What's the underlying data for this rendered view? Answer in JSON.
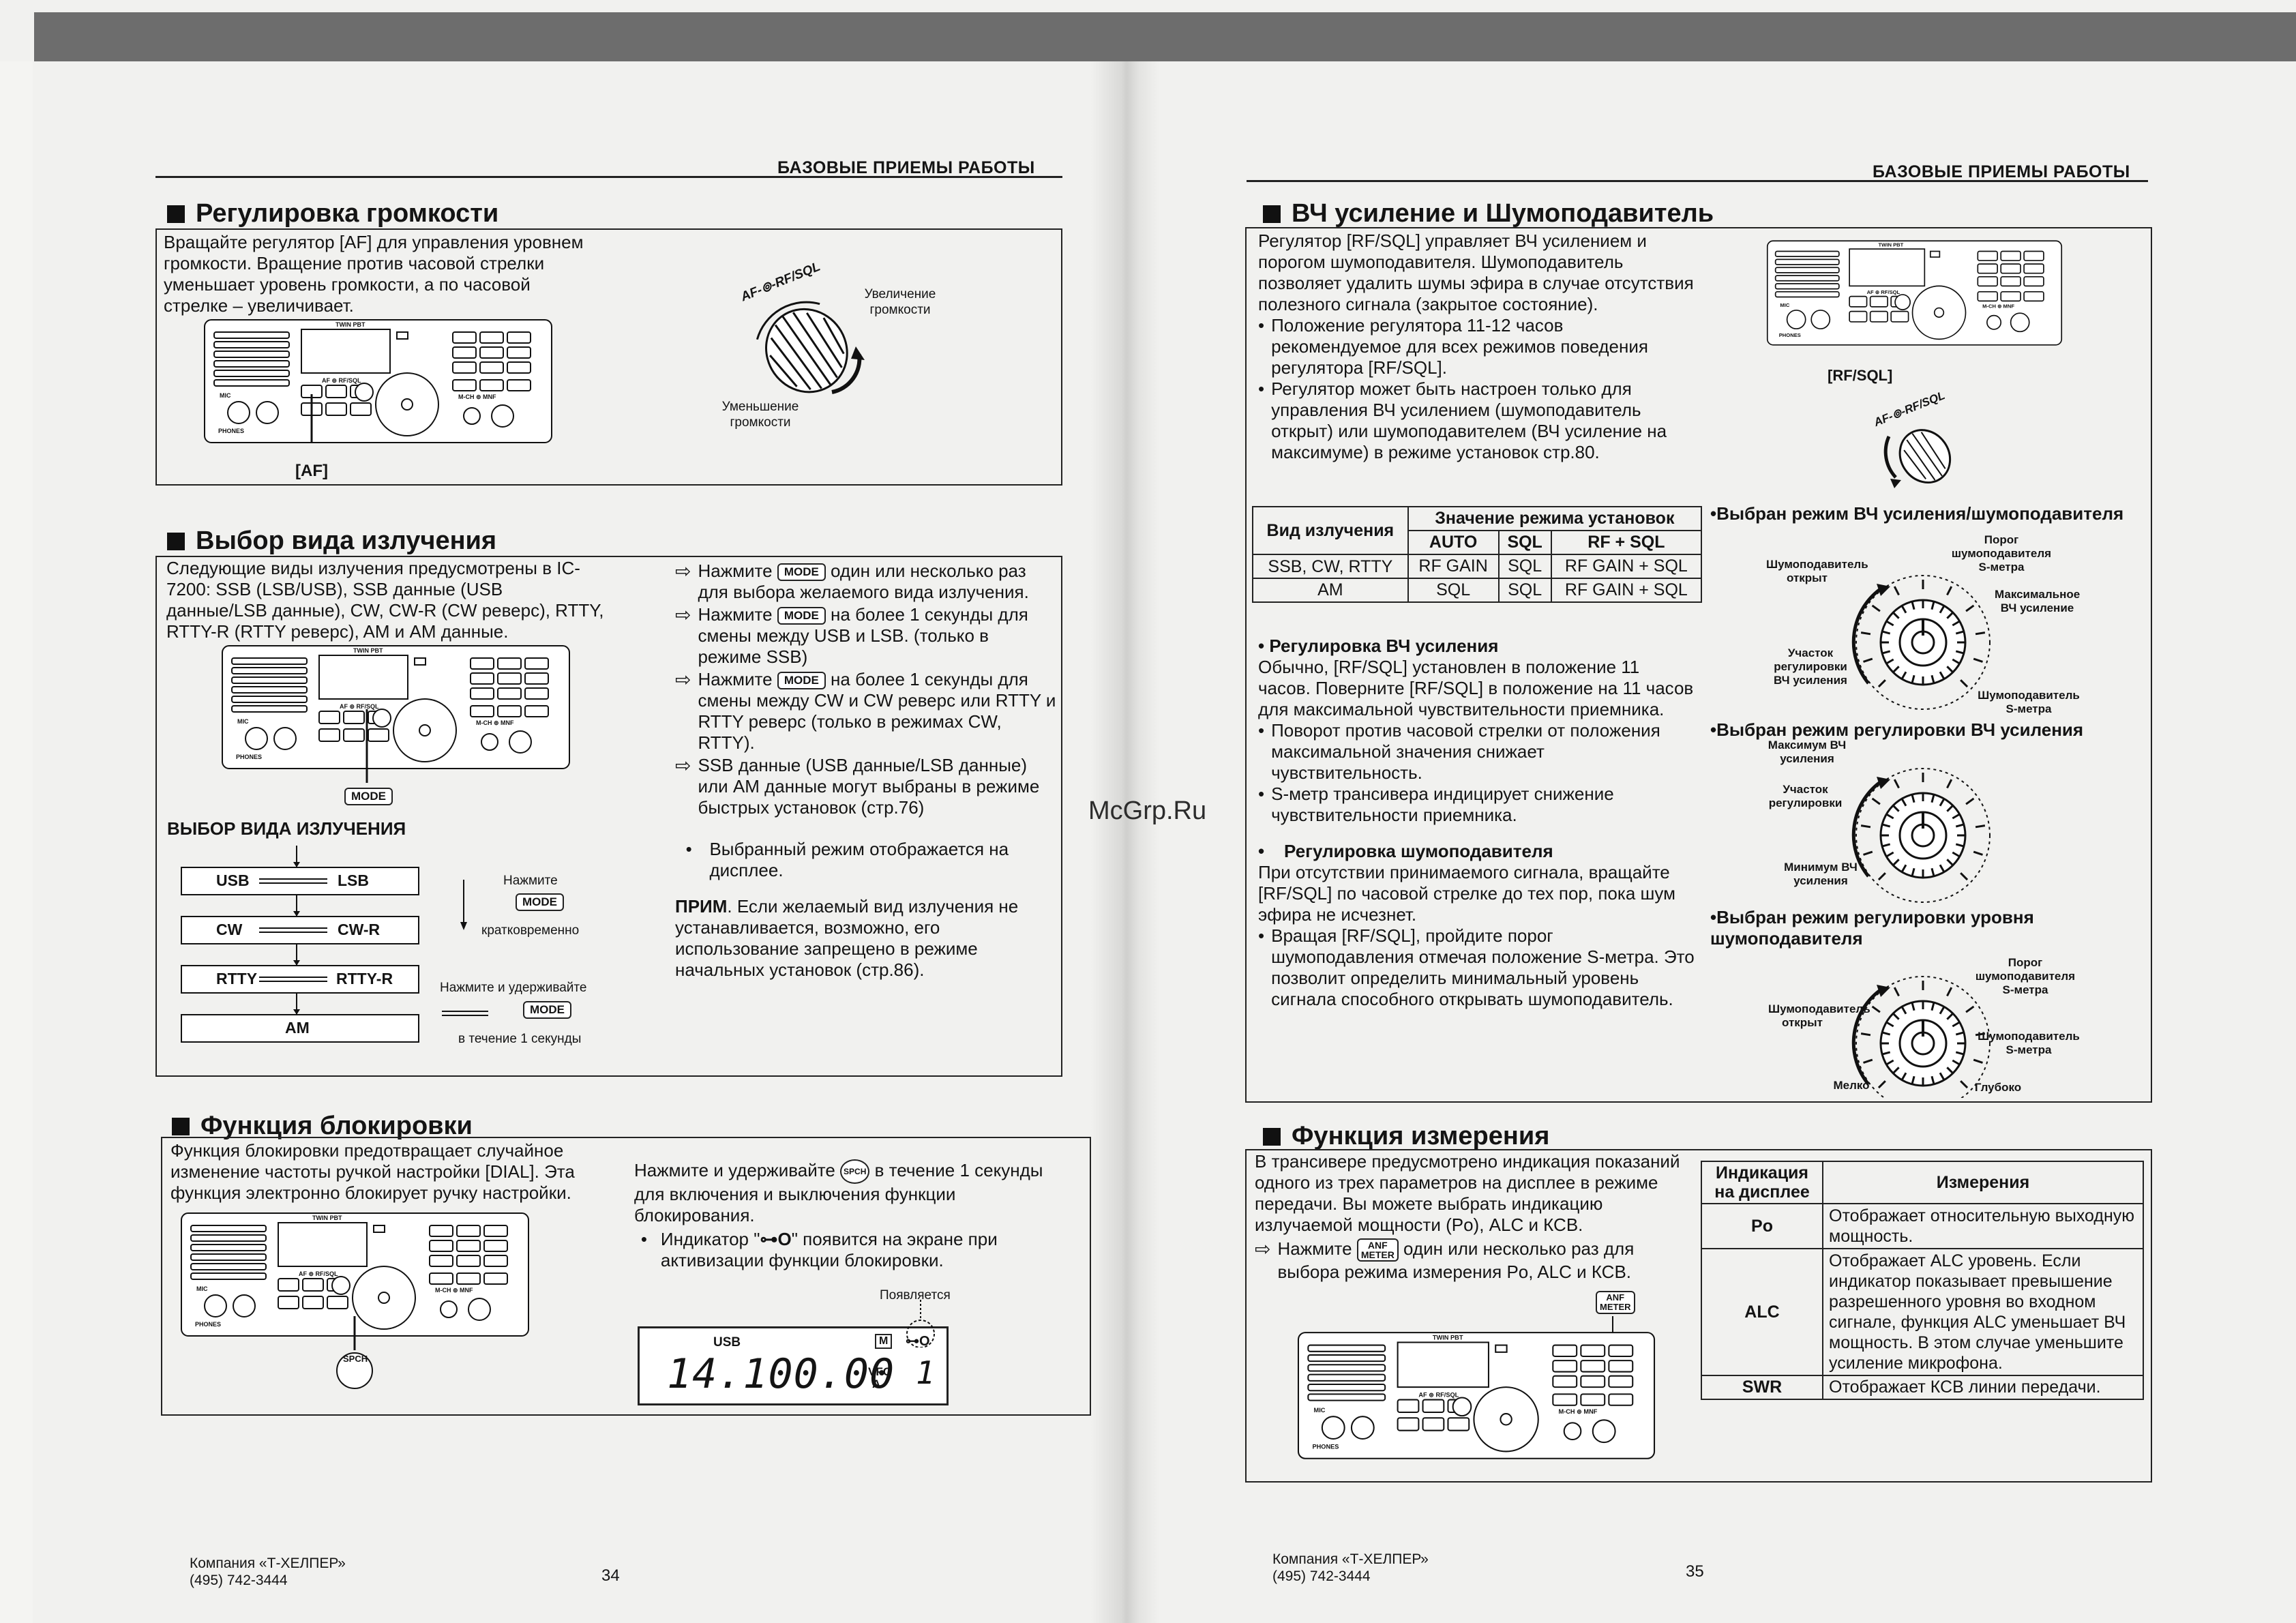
{
  "watermark": "McGrp.Ru",
  "left_page": {
    "header": "БАЗОВЫЕ ПРИЕМЫ РАБОТЫ",
    "volume": {
      "title": "Регулировка громкости",
      "text": "Вращайте регулятор [AF] для управления уровнем громкости. Вращение против часовой стрелки уменьшает уровень громкости, а по часовой стрелке – увеличивает.",
      "af_label": "[AF]",
      "increase": "Увеличение громкости",
      "decrease": "Уменьшение громкости",
      "knob_label": "AF-⊚-RF/SQL"
    },
    "mode": {
      "title": "Выбор вида излучения",
      "text": "Следующие виды излучения предусмотрены в IC-7200: SSB (LSB/USB), SSB данные (USB данные/LSB данные), CW, CW-R (CW реверс), RTTY, RTTY-R (RTTY реверс), AM и AM данные.",
      "mode_key": "MODE",
      "subtitle": "ВЫБОР ВИДА ИЗЛУЧЕНИЯ",
      "pairs": [
        {
          "a": "USB",
          "b": "LSB"
        },
        {
          "a": "CW",
          "b": "CW-R"
        },
        {
          "a": "RTTY",
          "b": "RTTY-R"
        }
      ],
      "am": "AM",
      "press": "Нажмите",
      "briefly": "кратковременно",
      "press_hold": "Нажмите и удерживайте",
      "for_1s": "в течение 1 секунды",
      "steps": [
        {
          "pre": "Нажмите",
          "key": "MODE",
          "post": "один или несколько раз для выбора желаемого вида излучения."
        },
        {
          "pre": "Нажмите",
          "key": "MODE",
          "post": "на более 1 секунды для смены между USB и LSB. (только в режиме SSB)"
        },
        {
          "pre": "Нажмите",
          "key": "MODE",
          "post": "на более 1 секунды для смены между CW и CW реверс или RTTY и RTTY реверс (только в режимах CW, RTTY)."
        },
        {
          "pre": "",
          "key": "",
          "post": "SSB данные (USB данные/LSB данные) или AM данные могут выбраны в режиме быстрых установок (стр.76)"
        }
      ],
      "bullet": "Выбранный режим отображается на дисплее.",
      "note_bold": "ПРИМ",
      "note": ". Если желаемый вид излучения не устанавливается, возможно, его использование запрещено в режиме начальных установок (стр.86)."
    },
    "lock": {
      "title": "Функция блокировки",
      "text": "Функция блокировки предотвращает случайное изменение частоты ручкой настройки [DIAL]. Эта функция электронно блокирует ручку настройки.",
      "press_hold": "Нажмите и удерживайте",
      "spch_key": "SPCH",
      "after": "в течение 1 секунды для включения и выключения функции блокирования.",
      "bullet_pre": "Индикатор \"",
      "bullet_icon": "⊶O",
      "bullet_post": "\" появится на экране при активизации функции блокировки.",
      "appears": "Появляется",
      "lcd": {
        "mode": "USB",
        "freq": "14.100.00",
        "vfo": "VFO",
        "vfo_sub": "A",
        "m": "M",
        "ch": "1"
      }
    },
    "footer": {
      "company": "Компания «Т-ХЕЛПЕР»",
      "phone": "(495) 742-3444",
      "page": "34"
    }
  },
  "right_page": {
    "header": "БАЗОВЫЕ ПРИЕМЫ РАБОТЫ",
    "rf": {
      "title": "ВЧ усиление и Шумоподавитель",
      "text": "Регулятор [RF/SQL] управляет ВЧ усилением и порогом шумоподавителя. Шумоподавитель позволяет удалить шумы эфира в случае отсутствия полезного сигнала (закрытое состояние).",
      "bullets": [
        "Положение регулятора 11-12 часов рекомендуемое для всех режимов поведения регулятора [RF/SQL].",
        "Регулятор может быть настроен только для управления ВЧ усилением (шумоподавитель открыт) или шумоподавителем (ВЧ усиление на максимуме) в режиме установок стр.80."
      ],
      "rfsql_label": "[RF/SQL]",
      "knob_label": "AF-⊚-RF/SQL",
      "table": {
        "h1": "Вид излучения",
        "h2": "Значение режима установок",
        "cols": [
          "AUTO",
          "SQL",
          "RF + SQL"
        ],
        "rows": [
          {
            "mode": "SSB, CW, RTTY",
            "v": [
              "RF GAIN",
              "SQL",
              "RF GAIN + SQL"
            ]
          },
          {
            "mode": "AM",
            "v": [
              "SQL",
              "SQL",
              "RF GAIN + SQL"
            ]
          }
        ]
      },
      "gain_title": "Регулировка ВЧ усиления",
      "gain_text": "Обычно, [RF/SQL] установлен в положение 11 часов. Поверните [RF/SQL] в положение на 11 часов для максимальной чувствительности приемника.",
      "gain_bullets": [
        "Поворот против часовой стрелки от положения максимальной значения снижает чувствительность.",
        "S-метр трансивера индицирует снижение чувствительности приемника."
      ],
      "sq_title": "Регулировка шумоподавителя",
      "sq_text": "При отсутствии принимаемого сигнала, вращайте [RF/SQL] по часовой стрелке до тех пор, пока шум эфира не исчезнет.",
      "sq_bullets": [
        "Вращая [RF/SQL], пройдите порог шумоподавления отмечая положение S-метра. Это позволит определить минимальный уровень сигнала способного открывать шумоподавитель."
      ],
      "dial1": {
        "title": "•Выбран режим ВЧ усиления/шумоподавителя",
        "labels": [
          "Шумоподавитель открыт",
          "Порог шумоподавителя S-метра",
          "Максимальное ВЧ усиление",
          "Участок регулировки ВЧ усиления",
          "Шумоподавитель S-метра"
        ]
      },
      "dial2": {
        "title": "•Выбран режим регулировки ВЧ усиления",
        "labels": [
          "Максимум ВЧ усиления",
          "Участок регулировки",
          "Минимум ВЧ усиления"
        ]
      },
      "dial3": {
        "title": "•Выбран режим регулировки уровня шумоподавителя",
        "labels": [
          "Порог шумоподавителя S-метра",
          "Шумоподавитель открыт",
          "Шумоподавитель S-метра",
          "Мелко",
          "Глубоко"
        ]
      }
    },
    "meter": {
      "title": "Функция измерения",
      "text": "В трансивере предусмотрено индикация показаний одного из трех параметров на дисплее в режиме передачи. Вы можете выбрать индикацию излучаемой мощности (Po), ALC и КСВ.",
      "press": "Нажмите",
      "key_top": "ANF",
      "key_bottom": "METER",
      "after": "один или несколько раз для выбора режима измерения Po, ALC и КСВ.",
      "table": {
        "h1": "Индикация на дисплее",
        "h2": "Измерения",
        "rows": [
          {
            "k": "Po",
            "v": "Отображает относительную выходную мощность."
          },
          {
            "k": "ALC",
            "v": "Отображает ALC уровень. Если индикатор показывает превышение разрешенного уровня во входном сигнале, функция ALC уменьшает ВЧ мощность. В этом случае уменьшите усиление микрофона."
          },
          {
            "k": "SWR",
            "v": "Отображает КСВ линии передачи."
          }
        ]
      }
    },
    "footer": {
      "company": "Компания «Т-ХЕЛПЕР»",
      "phone": "(495) 742-3444",
      "page": "35"
    }
  },
  "radio_panel": {
    "twin_pbt": "TWIN PBT",
    "af_rf": "AF ⊚ RF/SQL",
    "mic": "MIC",
    "phones": "PHONES",
    "m_ch": "M-CH ⊚ MNF"
  }
}
